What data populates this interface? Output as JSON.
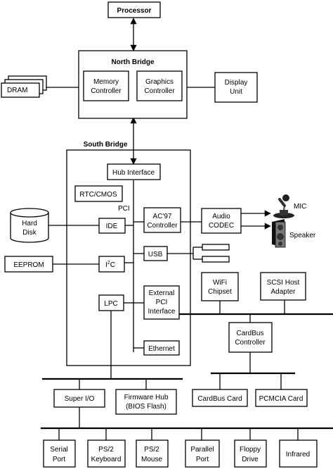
{
  "processor": "Processor",
  "north_bridge": {
    "title": "North Bridge",
    "memory_controller": [
      "Memory",
      "Controller"
    ],
    "graphics_controller": [
      "Graphics",
      "Controller"
    ]
  },
  "display_unit": [
    "Display",
    "Unit"
  ],
  "dram": "DRAM",
  "south_bridge": {
    "title": "South Bridge",
    "hub_interface": "Hub Interface",
    "rtc_cmos": "RTC/CMOS",
    "pci": "PCI",
    "ide": "IDE",
    "ac97_controller": [
      "AC'97",
      "Controller"
    ],
    "usb": "USB",
    "i2c": "I2C",
    "lpc": "LPC",
    "external_pci_interface": [
      "External",
      "PCI",
      "Interface"
    ],
    "ethernet": "Ethernet"
  },
  "hard_disk": [
    "Hard",
    "Disk"
  ],
  "eeprom": "EEPROM",
  "audio_codec": [
    "Audio",
    "CODEC"
  ],
  "mic": "MIC",
  "speaker": "Speaker",
  "wifi_chipset": [
    "WiFi",
    "Chipset"
  ],
  "scsi_host_adapter": [
    "SCSI Host",
    "Adapter"
  ],
  "cardbus_controller": [
    "CardBus",
    "Controller"
  ],
  "cardbus_card": "CardBus Card",
  "pcmcia_card": "PCMCIA Card",
  "super_io": "Super I/O",
  "firmware_hub": [
    "Firmware Hub",
    "(BIOS Flash)"
  ],
  "peripherals": {
    "serial_port": [
      "Serial",
      "Port"
    ],
    "ps2_keyboard": [
      "PS/2",
      "Keyboard"
    ],
    "ps2_mouse": [
      "PS/2",
      "Mouse"
    ],
    "parallel_port": [
      "Parallel",
      "Port"
    ],
    "floppy_drive": [
      "Floppy",
      "Drive"
    ],
    "infrared": "Infrared"
  }
}
